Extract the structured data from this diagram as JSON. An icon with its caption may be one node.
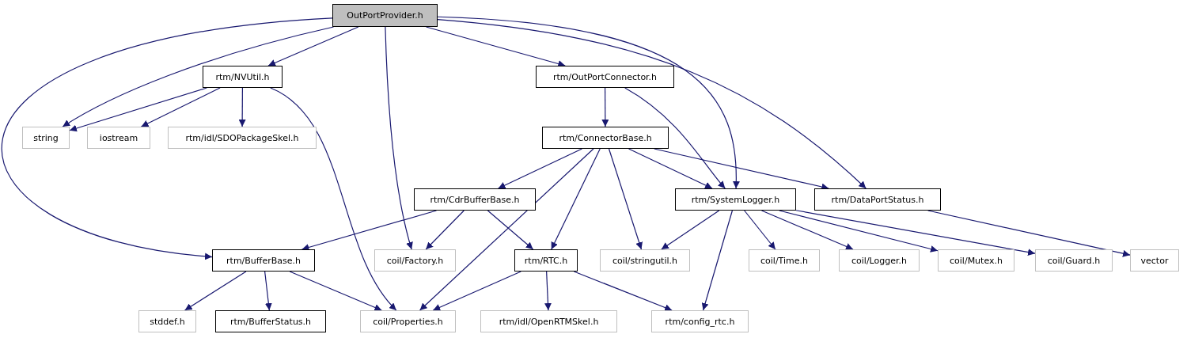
{
  "diagram": {
    "nodes": [
      {
        "text": [
          "OutPortProvider.h"
        ]
      },
      {
        "text": [
          "rtm/NVUtil.h"
        ]
      },
      {
        "text": [
          "rtm/OutPortConnector.h"
        ]
      },
      {
        "text": [
          "string"
        ]
      },
      {
        "text": [
          "iostream"
        ]
      },
      {
        "text": [
          "rtm/idl/SDOPackageSkel.h"
        ]
      },
      {
        "text": [
          "rtm/ConnectorBase.h"
        ]
      },
      {
        "text": [
          "rtm/CdrBufferBase.h"
        ]
      },
      {
        "text": [
          "rtm/SystemLogger.h"
        ]
      },
      {
        "text": [
          "rtm/DataPortStatus.h"
        ]
      },
      {
        "text": [
          "rtm/BufferBase.h"
        ]
      },
      {
        "text": [
          "coil/Factory.h"
        ]
      },
      {
        "text": [
          "rtm/RTC.h"
        ]
      },
      {
        "text": [
          "coil/stringutil.h"
        ]
      },
      {
        "text": [
          "coil/Time.h"
        ]
      },
      {
        "text": [
          "coil/Logger.h"
        ]
      },
      {
        "text": [
          "coil/Mutex.h"
        ]
      },
      {
        "text": [
          "coil/Guard.h"
        ]
      },
      {
        "text": [
          "vector"
        ]
      },
      {
        "text": [
          "stddef.h"
        ]
      },
      {
        "text": [
          "rtm/BufferStatus.h"
        ]
      },
      {
        "text": [
          "coil/Properties.h"
        ]
      },
      {
        "text": [
          "rtm/idl/OpenRTMSkel.h"
        ]
      },
      {
        "text": [
          "rtm/config_rtc.h"
        ]
      }
    ],
    "edges": [
      {
        "from": 0,
        "to": 1,
        "arrow": "to"
      },
      {
        "from": 0,
        "to": 2,
        "arrow": "to"
      },
      {
        "from": 0,
        "to": 3,
        "arrow": "to"
      },
      {
        "from": 0,
        "to": 10,
        "arrow": "to"
      },
      {
        "from": 0,
        "to": 11,
        "arrow": "to"
      },
      {
        "from": 0,
        "to": 8,
        "arrow": "to"
      },
      {
        "from": 0,
        "to": 9,
        "arrow": "to"
      },
      {
        "from": 1,
        "to": 3,
        "arrow": "to"
      },
      {
        "from": 1,
        "to": 4,
        "arrow": "to"
      },
      {
        "from": 1,
        "to": 5,
        "arrow": "to"
      },
      {
        "from": 1,
        "to": 21,
        "arrow": "to"
      },
      {
        "from": 2,
        "to": 6,
        "arrow": "to"
      },
      {
        "from": 2,
        "to": 8,
        "arrow": "to"
      },
      {
        "from": 6,
        "to": 7,
        "arrow": "to"
      },
      {
        "from": 6,
        "to": 8,
        "arrow": "to"
      },
      {
        "from": 6,
        "to": 9,
        "arrow": "to"
      },
      {
        "from": 6,
        "to": 21,
        "arrow": "to"
      },
      {
        "from": 6,
        "to": 12,
        "arrow": "to"
      },
      {
        "from": 6,
        "to": 13,
        "arrow": "to"
      },
      {
        "from": 7,
        "to": 10,
        "arrow": "to"
      },
      {
        "from": 7,
        "to": 11,
        "arrow": "to"
      },
      {
        "from": 7,
        "to": 12,
        "arrow": "to"
      },
      {
        "from": 8,
        "to": 13,
        "arrow": "to"
      },
      {
        "from": 8,
        "to": 14,
        "arrow": "to"
      },
      {
        "from": 8,
        "to": 15,
        "arrow": "to"
      },
      {
        "from": 8,
        "to": 16,
        "arrow": "to"
      },
      {
        "from": 8,
        "to": 17,
        "arrow": "to"
      },
      {
        "from": 8,
        "to": 23,
        "arrow": "to"
      },
      {
        "from": 9,
        "to": 18,
        "arrow": "to"
      },
      {
        "from": 10,
        "to": 19,
        "arrow": "to"
      },
      {
        "from": 10,
        "to": 20,
        "arrow": "to"
      },
      {
        "from": 10,
        "to": 21,
        "arrow": "to"
      },
      {
        "from": 12,
        "to": 21,
        "arrow": "to"
      },
      {
        "from": 12,
        "to": 22,
        "arrow": "to"
      },
      {
        "from": 12,
        "to": 23,
        "arrow": "to"
      }
    ]
  }
}
